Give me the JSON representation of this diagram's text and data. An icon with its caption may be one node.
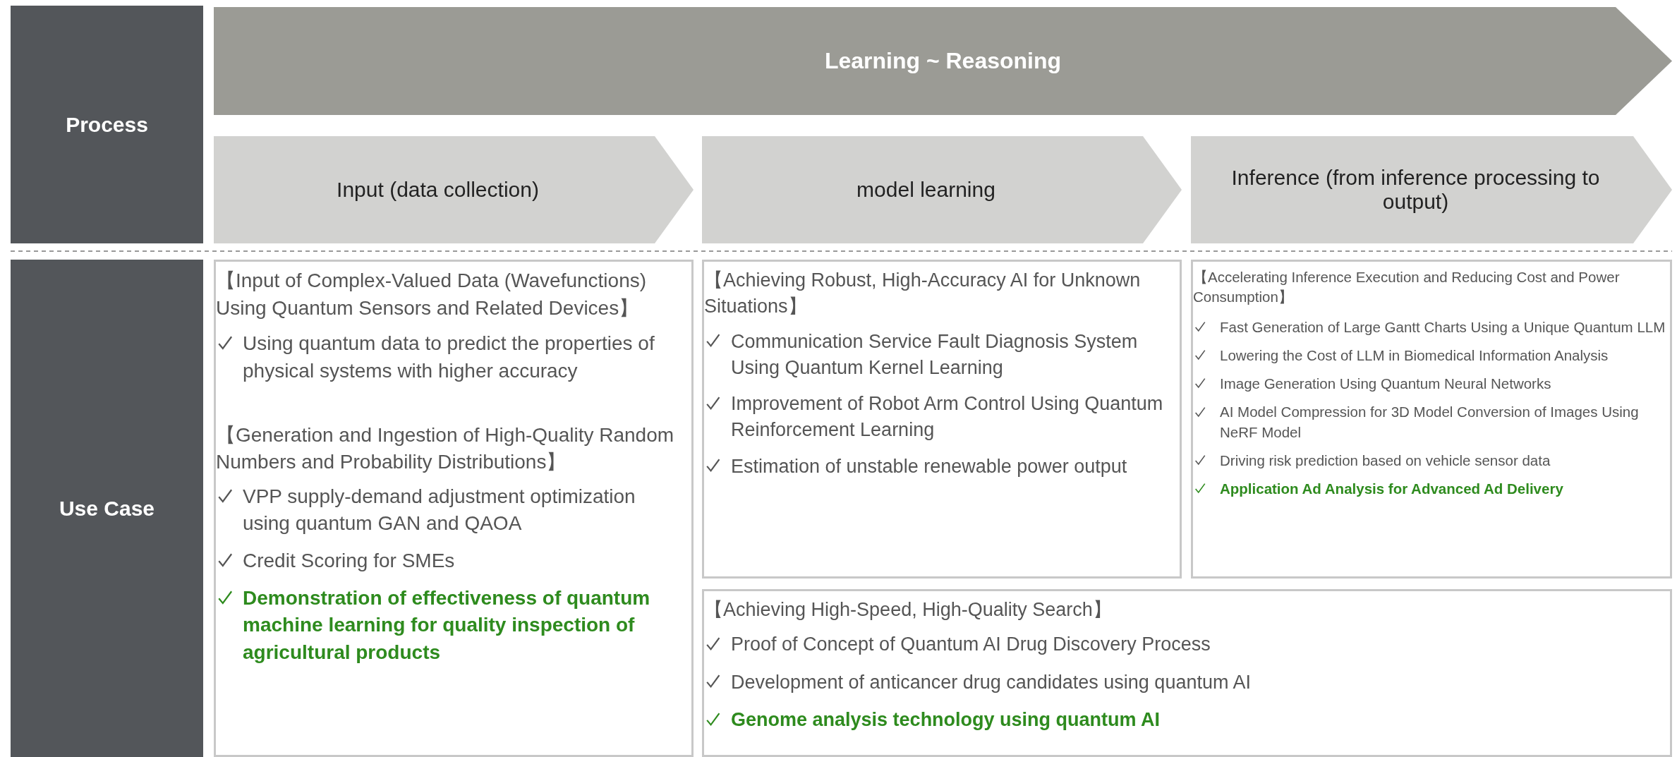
{
  "diagram": {
    "nodes": [
      {
        "text": [
          "Process"
        ]
      },
      {
        "text": [
          "Learning ~ Reasoning"
        ]
      },
      {
        "text": [
          "Input (data collection)"
        ]
      },
      {
        "text": [
          "model learning"
        ]
      },
      {
        "text": [
          "Inference (from inference processing to output)"
        ]
      },
      {
        "text": [
          "Use Case"
        ]
      },
      {
        "text": [
          "【Input of Complex-Valued Data (Wavefunctions) Using Quantum Sensors and Related Devices】",
          "Using quantum data to predict the properties of physical systems with higher accuracy",
          "【Generation and Ingestion of High-Quality Random Numbers and Probability Distributions】",
          "VPP supply-demand adjustment optimization using quantum GAN and QAOA",
          "Credit Scoring for SMEs",
          "Demonstration of effectiveness of quantum machine learning for quality inspection of agricultural products"
        ]
      },
      {
        "text": [
          "【Achieving Robust, High-Accuracy AI for Unknown Situations】",
          "Communication Service Fault Diagnosis System Using Quantum Kernel Learning",
          "Improvement of Robot Arm Control Using Quantum Reinforcement Learning",
          "Estimation of unstable renewable power output"
        ]
      },
      {
        "text": [
          "【Accelerating Inference Execution and Reducing Cost and Power Consumption】",
          "Fast Generation of Large Gantt Charts Using a Unique Quantum LLM",
          "Lowering the Cost of LLM in Biomedical Information Analysis",
          "Image Generation Using Quantum Neural Networks",
          "AI Model Compression for 3D Model Conversion of Images Using NeRF Model",
          "Driving risk prediction based on vehicle sensor data",
          "Application Ad Analysis for Advanced Ad Delivery"
        ]
      },
      {
        "text": [
          "【Achieving High-Speed, High-Quality Search】",
          "Proof of Concept of Quantum AI Drug Discovery Process",
          "Development of anticancer drug candidates using quantum AI",
          "Genome analysis technology using quantum AI"
        ]
      }
    ]
  }
}
